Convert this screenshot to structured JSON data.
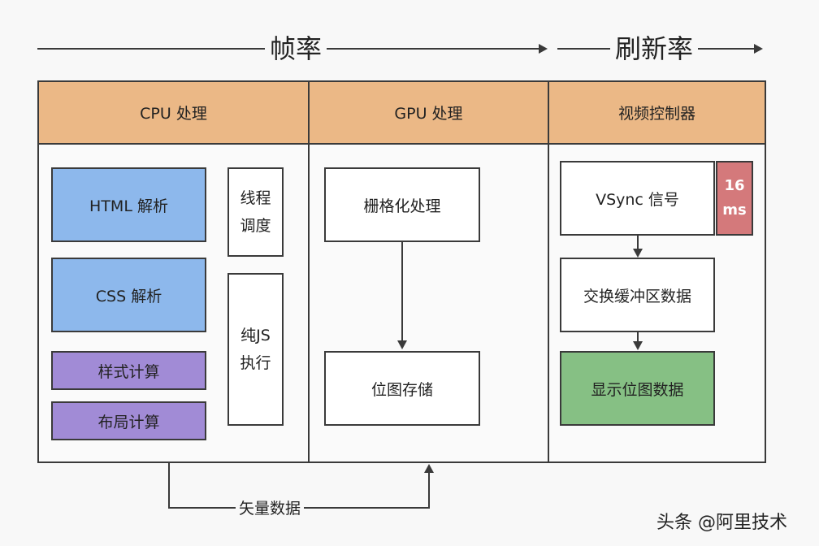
{
  "top_labels": {
    "frame_rate": "帧率",
    "refresh_rate": "刷新率"
  },
  "columns": {
    "cpu": "CPU 处理",
    "gpu": "GPU 处理",
    "video": "视频控制器"
  },
  "cpu_boxes": {
    "html": "HTML 解析",
    "css": "CSS 解析",
    "style": "样式计算",
    "layout": "布局计算",
    "thread_line1": "线程",
    "thread_line2": "调度",
    "js_line1": "纯JS",
    "js_line2": "执行"
  },
  "gpu_boxes": {
    "raster": "栅格化处理",
    "bitmap": "位图存储"
  },
  "video_boxes": {
    "vsync": "VSync 信号",
    "ms_value": "16",
    "ms_unit": "ms",
    "swap": "交换缓冲区数据",
    "display": "显示位图数据"
  },
  "bottom_label": "矢量数据",
  "watermark": "头条 @阿里技术",
  "colors": {
    "header": "#ebb886",
    "blue": "#8db8ec",
    "purple": "#a18bd6",
    "green": "#86c084",
    "red": "#d4797b"
  }
}
